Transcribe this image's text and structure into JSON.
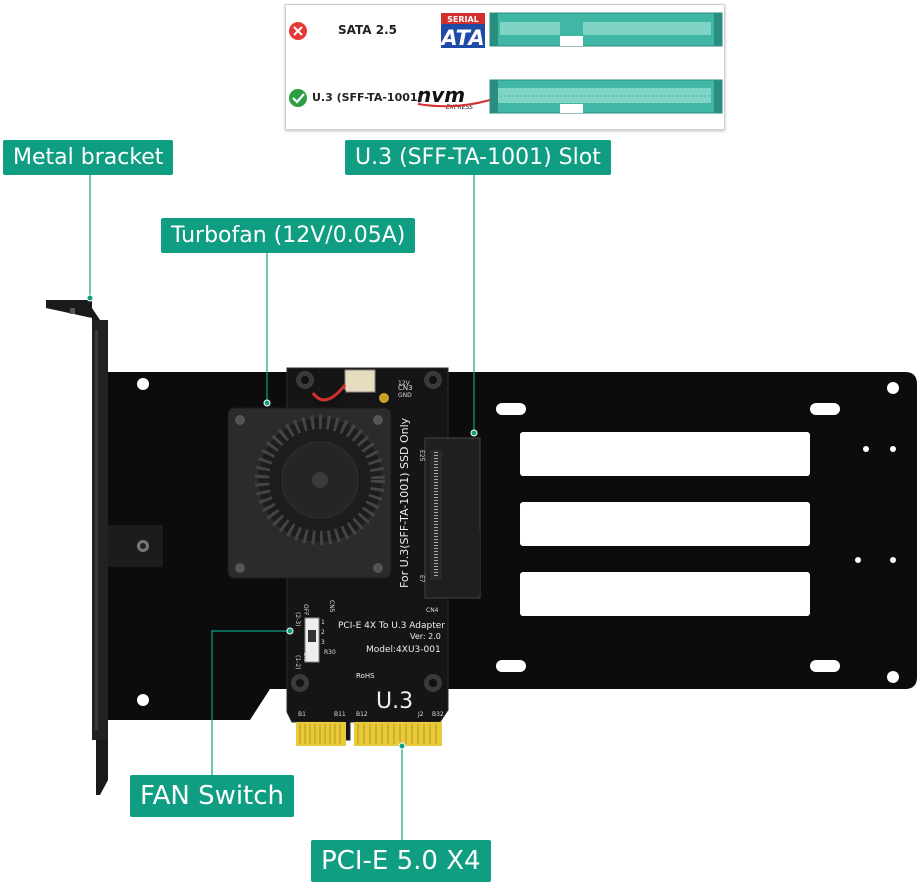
{
  "legend": {
    "rows": [
      {
        "status": "incompatible",
        "name": "SATA 2.5",
        "logo": "SERIAL ATA"
      },
      {
        "status": "compatible",
        "name": "U.3 (SFF-TA-1001)",
        "logo": "nvm EXPRESS"
      }
    ],
    "sata_logo_top": "SERIAL",
    "sata_logo_bottom": "ATA",
    "nvme_logo_main": "nvm",
    "nvme_logo_sub": "EXPRESS"
  },
  "callouts": {
    "metal_bracket": "Metal bracket",
    "slot": "U.3 (SFF-TA-1001) Slot",
    "turbofan": "Turbofan (12V/0.05A)",
    "fan_switch": "FAN Switch",
    "pcie": "PCI-E 5.0 X4"
  },
  "board": {
    "vertical_text": "For U.3(SFF-TA-1001) SSD Only",
    "title": "PCI-E 4X To U.3 Adapter",
    "version": "Ver: 2.0",
    "model": "Model:4XU3-001",
    "big_label": "U.3",
    "rohs": "RoHS",
    "cn3": "CN3",
    "cn4": "CN4",
    "cn5": "CN5",
    "v12": "12V",
    "gnd": "GND",
    "e25": "E25",
    "e7": "E7",
    "b1": "B1",
    "b11": "B11",
    "b12": "B12",
    "j2": "J2",
    "b32": "B32",
    "r30": "R30",
    "sw_top": "(2-3)",
    "sw_off": "OFF",
    "sw_bottom": "(1-2)",
    "sw_on": "ON",
    "sw_pin1": "1",
    "sw_pin2": "2",
    "sw_pin3": "3"
  },
  "colors": {
    "accent": "#109e83",
    "board": "#111111",
    "plate": "#0c0c0c",
    "gold": "#e8c93a",
    "connector_teal": "#3fb7a4"
  }
}
